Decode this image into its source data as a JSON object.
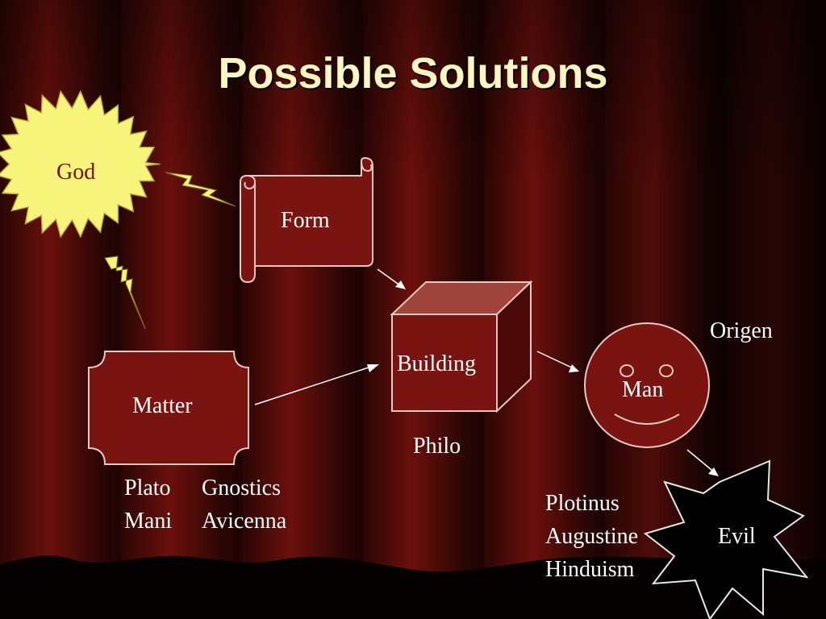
{
  "slide": {
    "title": "Possible Solutions"
  },
  "nodes": {
    "god": "God",
    "form": "Form",
    "matter": "Matter",
    "building": "Building",
    "man": "Man",
    "evil": "Evil"
  },
  "annotations": {
    "origen": "Origen",
    "philo": "Philo",
    "plato": "Plato",
    "mani": "Mani",
    "gnostics": "Gnostics",
    "avicenna": "Avicenna",
    "plotinus": "Plotinus",
    "augustine": "Augustine",
    "hinduism": "Hinduism"
  },
  "colors": {
    "title": "#fdf6c0",
    "god_fill": "#f6f47a",
    "god_text": "#7a0f0a",
    "shape_fill": "#7a1410",
    "text": "#ffffff"
  }
}
